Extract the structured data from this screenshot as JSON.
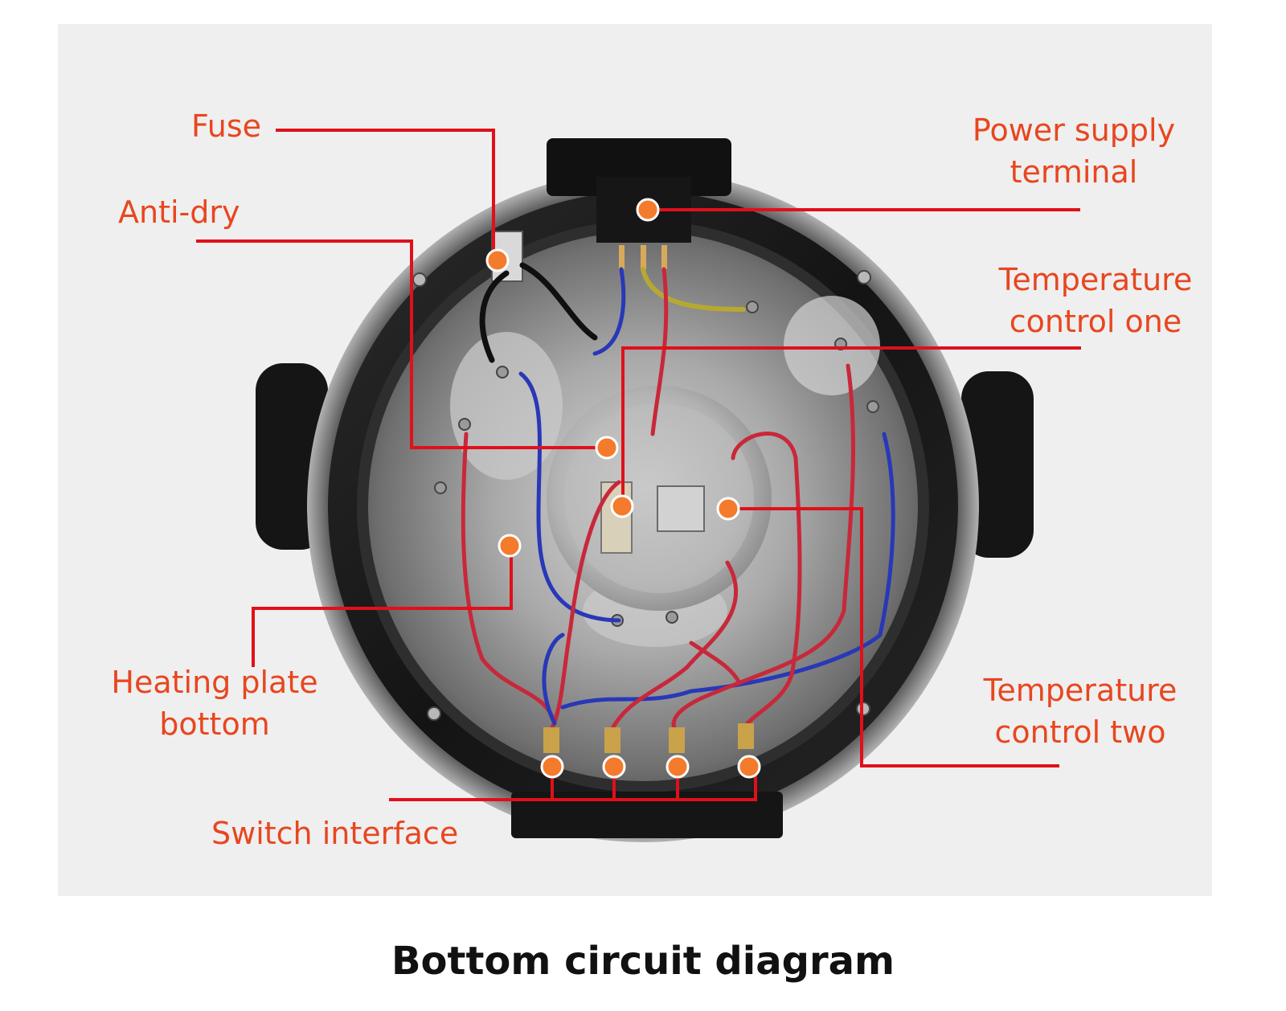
{
  "caption": "Bottom circuit diagram",
  "labels": {
    "fuse": "Fuse",
    "anti_dry": "Anti-dry",
    "heating_plate_line1": "Heating plate",
    "heating_plate_line2": "bottom",
    "switch_interface": "Switch interface",
    "power_supply_line1": "Power supply",
    "power_supply_line2": "terminal",
    "temp_one_line1": "Temperature",
    "temp_one_line2": "control one",
    "temp_two_line1": "Temperature",
    "temp_two_line2": "control two"
  },
  "colors": {
    "label_text": "#e8461f",
    "leader_line": "#e0101a",
    "marker_fill": "#f47a2c",
    "marker_stroke": "#ffffff",
    "background_panel": "#efefef",
    "housing": "#1c1c1c",
    "metal": "#9a9a9a",
    "wire_red": "#c8283a",
    "wire_blue": "#2838b8"
  }
}
